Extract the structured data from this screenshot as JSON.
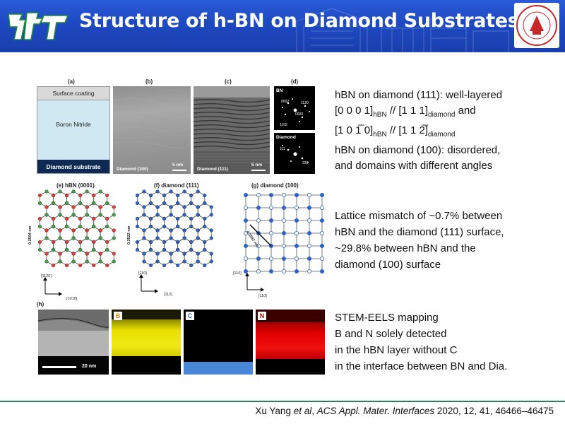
{
  "header": {
    "title": "Structure of h-BN on Diamond Substrates"
  },
  "panels": {
    "a": {
      "label": "(a)",
      "coating": "Surface coating",
      "bn": "Boron Nitride",
      "substrate": "Diamond substrate"
    },
    "b": {
      "label": "(b)",
      "caption": "Diamond (100)",
      "scale": "5 nm"
    },
    "c": {
      "label": "(c)",
      "caption": "Diamond (111)",
      "scale": "5 nm"
    },
    "d": {
      "label": "(d)",
      "top_title": "BN",
      "top_spots": [
        "0002",
        "1120",
        "0000",
        "1102"
      ],
      "bottom_title": "Diamond",
      "bottom_spots": [
        "111",
        "220"
      ]
    },
    "e": {
      "label": "(e) hBN (0001)",
      "dim": "0.2504 nm",
      "axis_v": "[1120]",
      "axis_h": "[1010]"
    },
    "f": {
      "label": "(f) diamond (111)",
      "dim": "0.2522 nm",
      "axis_v": "[110]",
      "axis_h": "[112]"
    },
    "g": {
      "label": "(g) diamond (100)",
      "dim": "0.3567 nm",
      "axis_v": "[110]",
      "axis_h": "[110]"
    },
    "h": {
      "label": "(h)",
      "scale": "20 nm",
      "maps": [
        "B",
        "C",
        "N"
      ]
    }
  },
  "text_blocks": {
    "block1": {
      "line1": "hBN on diamond (111): well-layered",
      "dir1": "[0 0 0 1]",
      "sub_hbn": "hBN",
      "slashes": " // ",
      "dir2": "[1 1 1]",
      "sub_dia": "diamond",
      "and": " and",
      "dir3": "[1 0 1̅ 0]",
      "dir4": "[1 1 2̅]",
      "line4": "hBN on diamond (100): disordered,",
      "line5": "and domains with different angles"
    },
    "block2": {
      "line1": "Lattice mismatch of ~0.7% between",
      "line2": "hBN and the diamond (111) surface,",
      "line3": "~29.8% between hBN and the",
      "line4": "diamond (100) surface"
    },
    "block3": {
      "line1": "STEM-EELS mapping",
      "line2": "B and N solely detected",
      "line3": "in the hBN layer without C",
      "line4": "in the interface between BN and Dia."
    }
  },
  "citation": {
    "prefix": "Xu Yang ",
    "etal": "et al",
    "comma": ", ",
    "journal": "ACS Appl. Mater. Interfaces",
    "rest": " 2020, 12, 41, 46466–46475"
  },
  "colors": {
    "header": "#1e49c0",
    "rule": "#2e7d5b",
    "nitrogen": "#e53935",
    "boron": "#43a047",
    "carbon": "#2a62c9",
    "map_b": "#e8e000",
    "map_c": "#4a86d6",
    "map_n": "#e00000"
  }
}
